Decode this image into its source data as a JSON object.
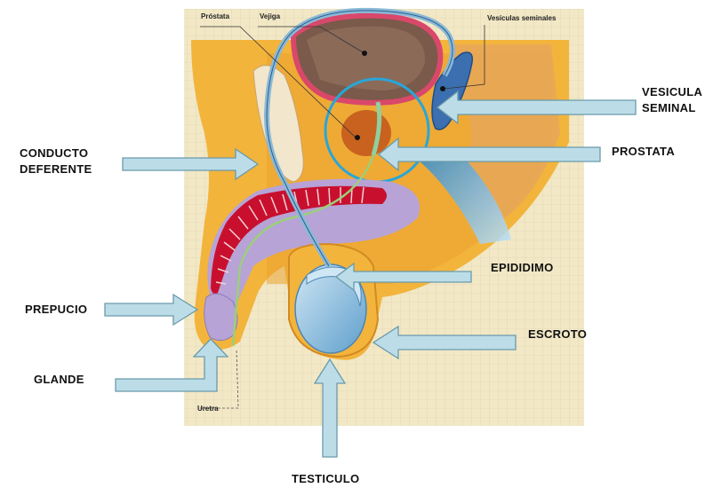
{
  "labels": {
    "vesicula_seminal_line1": "VESICULA",
    "vesicula_seminal_line2": "SEMINAL",
    "prostata": "PROSTATA",
    "conducto_deferente_line1": "CONDUCTO",
    "conducto_deferente_line2": "DEFERENTE",
    "epididimo": "EPIDIDIMO",
    "prepucio": "PREPUCIO",
    "escroto": "ESCROTO",
    "glande": "GLANDE",
    "testiculo": "TESTICULO"
  },
  "inner_labels": {
    "prostata": "Próstata",
    "vejiga": "Vejiga",
    "vesiculas_seminales": "Vesículas seminales",
    "uretra": "Uretra"
  },
  "colors": {
    "background_panel": "#f2e8c6",
    "skin": "#f3b43c",
    "arrow_fill": "#bcdde8",
    "arrow_stroke": "#6a9aaa",
    "bladder": "#d9486a",
    "testicle": "#8fc2e2",
    "penis_tissue": "#c8102e",
    "prostate": "#c8621e",
    "highlight_circle": "#29a6d8"
  }
}
